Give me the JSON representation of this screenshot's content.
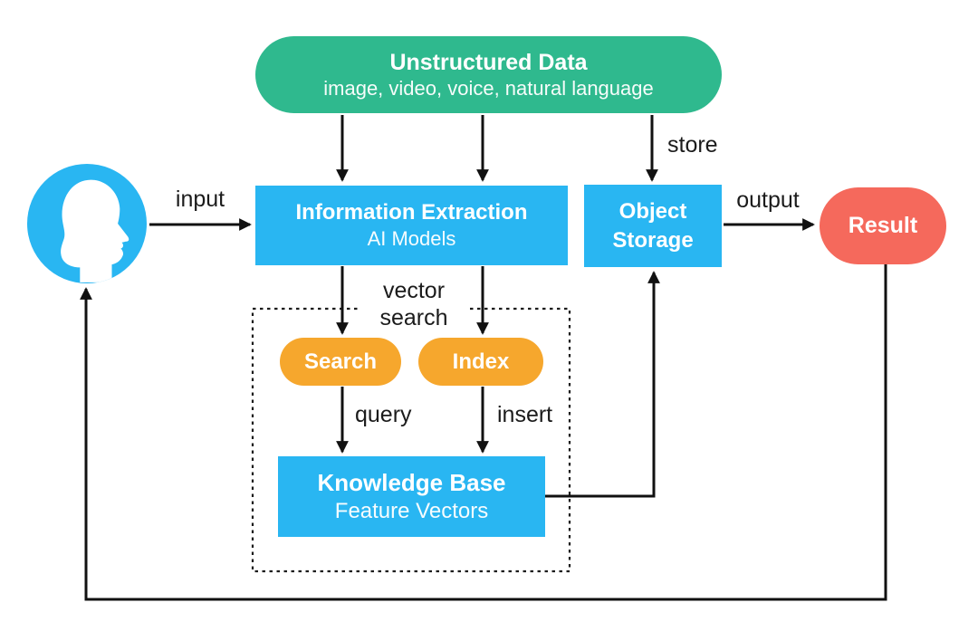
{
  "colors": {
    "green": "#2FB98E",
    "blue": "#29B6F2",
    "orange": "#F6A72D",
    "coral": "#F5695C",
    "line": "#111111",
    "label": "#1b1b1b",
    "white": "#ffffff"
  },
  "nodes": {
    "unstructured_data": {
      "title": "Unstructured Data",
      "subtitle": "image, video, voice, natural language"
    },
    "user": {
      "icon": "person-head-icon"
    },
    "information_extraction": {
      "title": "Information Extraction",
      "subtitle": "AI Models"
    },
    "object_storage": {
      "line1": "Object",
      "line2": "Storage"
    },
    "result": {
      "title": "Result"
    },
    "search": {
      "title": "Search"
    },
    "index": {
      "title": "Index"
    },
    "knowledge_base": {
      "title": "Knowledge Base",
      "subtitle": "Feature Vectors"
    }
  },
  "edge_labels": {
    "input": "input",
    "store": "store",
    "output": "output",
    "vector_search_line1": "vector",
    "vector_search_line2": "search",
    "query": "query",
    "insert": "insert"
  }
}
